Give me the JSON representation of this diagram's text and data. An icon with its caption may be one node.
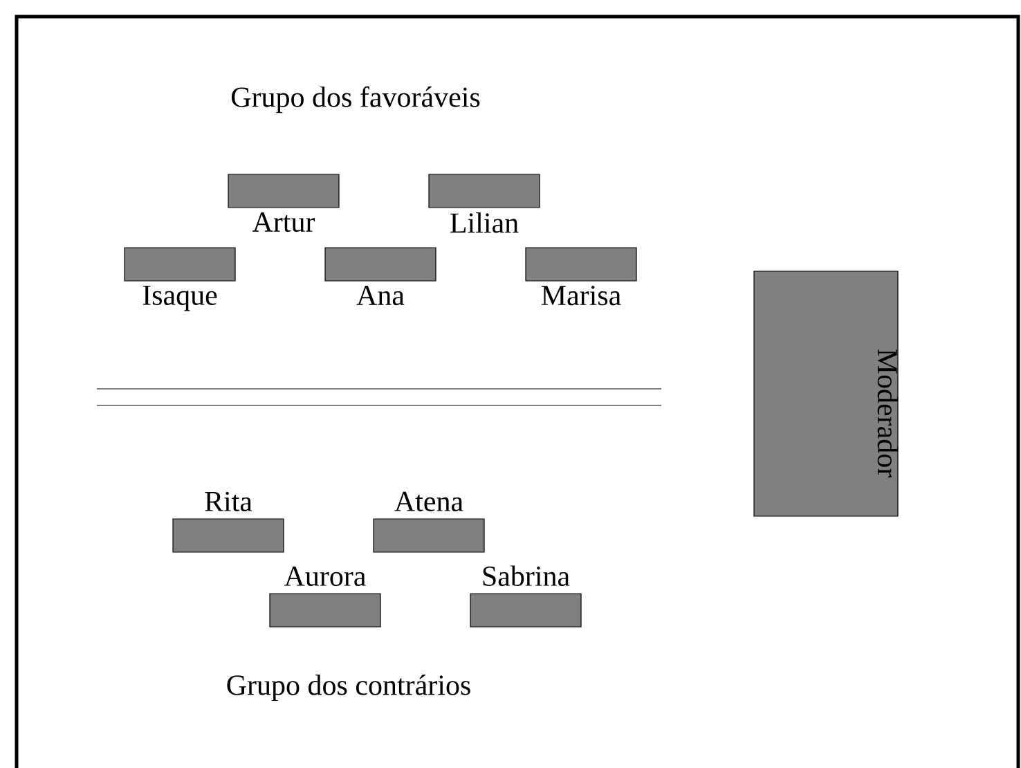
{
  "diagram": {
    "nodes": [
      {
        "text": [
          "Artur"
        ]
      },
      {
        "text": [
          "Lilian"
        ]
      },
      {
        "text": [
          "Isaque"
        ]
      },
      {
        "text": [
          "Ana"
        ]
      },
      {
        "text": [
          "Marisa"
        ]
      },
      {
        "text": [
          "Moderador"
        ]
      },
      {
        "text": [
          "Rita"
        ]
      },
      {
        "text": [
          "Atena"
        ]
      },
      {
        "text": [
          "Aurora"
        ]
      },
      {
        "text": [
          "Sabrina"
        ]
      }
    ],
    "labels": [
      "Grupo dos favoráveis",
      "Grupo dos contrários"
    ]
  }
}
